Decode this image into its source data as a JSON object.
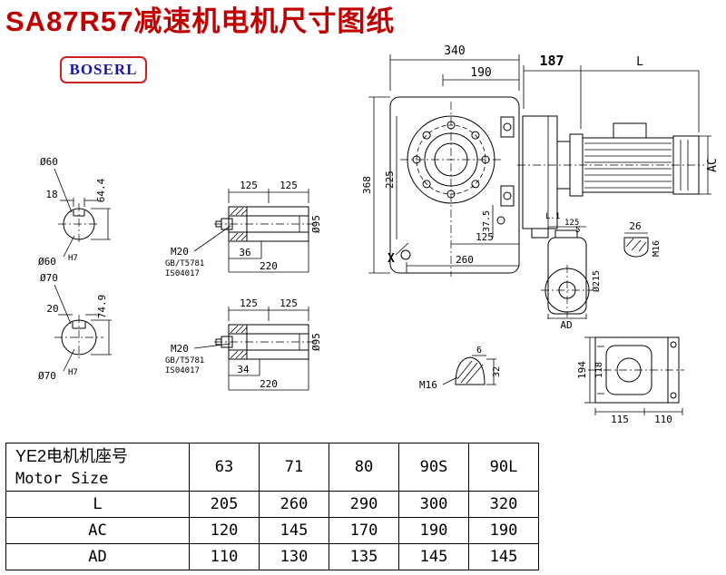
{
  "page": {
    "title": "SA87R57减速机电机尺寸图纸",
    "logo": "BOSERL"
  },
  "drawing": {
    "front": {
      "d340": "340",
      "d190": "190",
      "d368": "368",
      "d225": "225",
      "d37_5": "37.5",
      "d125": "125",
      "d260": "260",
      "x_label": "X"
    },
    "side": {
      "d187": "187",
      "dL": "L",
      "dAC": "AC"
    },
    "shaft60": {
      "label": "Ø60",
      "d18": "18",
      "d64_4": "64.4",
      "bore": "Ø60",
      "tol": "H7"
    },
    "shaft70": {
      "label": "Ø70",
      "d20": "20",
      "d74_9": "74.9",
      "bore": "Ø70",
      "tol": "H7"
    },
    "hollow1": {
      "d125a": "125",
      "d125b": "125",
      "thread": "M20",
      "std1": "GB/T5781",
      "std2": "IS04017",
      "d36": "36",
      "d220": "220",
      "d95": "Ø95"
    },
    "hollow2": {
      "d125a": "125",
      "d125b": "125",
      "thread": "M20",
      "std1": "GB/T5781",
      "std2": "IS04017",
      "d34": "34",
      "d220": "220",
      "d95": "Ø95"
    },
    "flange": {
      "l1": "L.1",
      "d125": "125",
      "d5": "5",
      "d215": "Ø215",
      "ad": "AD"
    },
    "keytop": {
      "d26": "26",
      "m16": "M16"
    },
    "keybottom": {
      "d6": "6",
      "d32": "32",
      "m16": "M16"
    },
    "bottom": {
      "d194": "194",
      "d118": "118",
      "d115": "115",
      "d110": "110"
    }
  },
  "table": {
    "header": {
      "line1": "YE2电机机座号",
      "line2": "Motor Size"
    },
    "columns": [
      "63",
      "71",
      "80",
      "90S",
      "90L"
    ],
    "rows": [
      {
        "label": "L",
        "values": [
          "205",
          "260",
          "290",
          "300",
          "320"
        ]
      },
      {
        "label": "AC",
        "values": [
          "120",
          "145",
          "170",
          "190",
          "190"
        ]
      },
      {
        "label": "AD",
        "values": [
          "110",
          "130",
          "135",
          "145",
          "145"
        ]
      }
    ]
  }
}
